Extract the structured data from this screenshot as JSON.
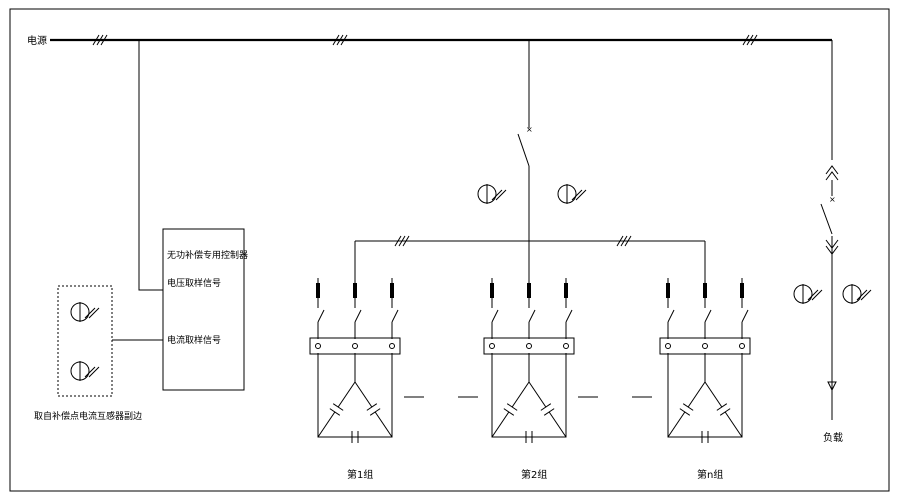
{
  "diagram": {
    "source_label": "电源",
    "controller_title": "无功补偿专用控制器",
    "voltage_signal_label": "电压取样信号",
    "current_signal_label": "电流取样信号",
    "ct_note": "取自补偿点电流互感器副边",
    "load_label": "负载",
    "groups": [
      {
        "label": "第1组"
      },
      {
        "label": "第2组"
      },
      {
        "label": "第n组"
      }
    ]
  }
}
